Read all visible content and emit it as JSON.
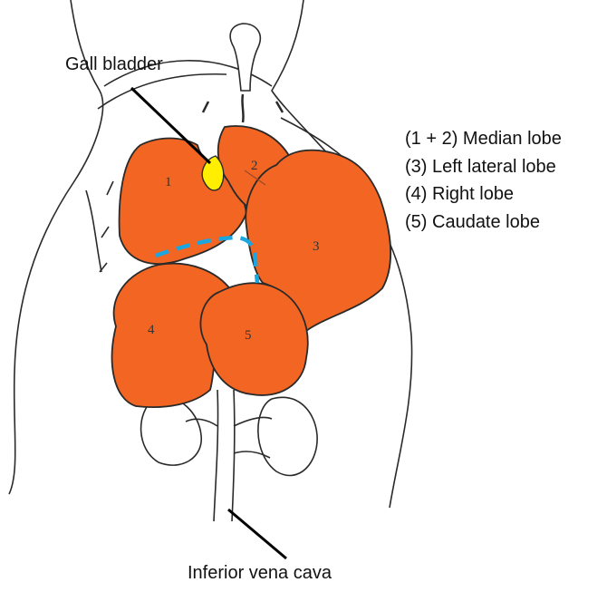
{
  "labels": {
    "gall_bladder": "Gall bladder",
    "inferior_vena_cava": "Inferior vena cava"
  },
  "legend": [
    "(1 + 2) Median lobe",
    "(3) Left lateral lobe",
    "(4) Right lobe",
    "(5) Caudate lobe"
  ],
  "lobe_numbers": [
    "1",
    "2",
    "3",
    "4",
    "5"
  ],
  "colors": {
    "liver": "#f26522",
    "gall_bladder": "#ffee00",
    "boundary": "#1ba6e0",
    "outline": "#2a2a2a"
  }
}
